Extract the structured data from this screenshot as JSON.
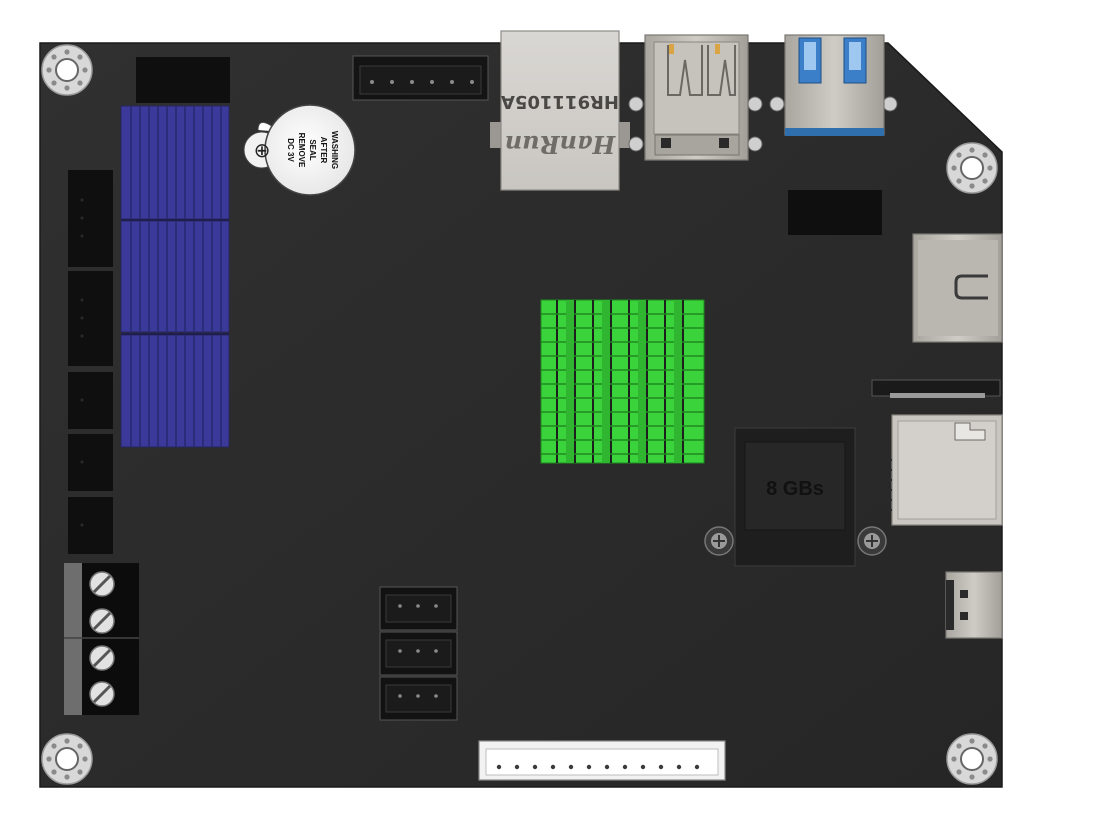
{
  "board": {
    "colors": {
      "background": "#ffffff",
      "pcb": "#2b2b2b",
      "heatsink_blue": "#3b3a9a",
      "heatsink_green": "#3bd33b",
      "metal": "#bdb9b3",
      "usb3_blue": "#3a7fc8",
      "header_black": "#0f0f0f"
    },
    "ethernet_jack": {
      "part_number": "HR911105A",
      "brand": "HanRun"
    },
    "buzzer": {
      "polarity_symbol": "⊕",
      "label_lines": [
        "DC 3V",
        "REMOVE",
        "SEAL",
        "AFTER",
        "WASHING"
      ]
    },
    "ram_chip": {
      "label": "8 GBs"
    },
    "heatsinks": [
      {
        "name": "left-heatsink",
        "color": "blue"
      },
      {
        "name": "center-heatsink",
        "color": "green"
      }
    ],
    "connectors": [
      {
        "name": "usb2-port",
        "icon": "usb-a-icon"
      },
      {
        "name": "usb3-port",
        "icon": "usb-a-icon"
      },
      {
        "name": "hdmi-port",
        "icon": "hdmi-icon"
      },
      {
        "name": "micro-sd-slot",
        "icon": "sd-card-icon"
      },
      {
        "name": "usb-c-port",
        "icon": "usb-c-icon"
      },
      {
        "name": "screw-terminal",
        "icon": "screw-icon"
      }
    ]
  }
}
